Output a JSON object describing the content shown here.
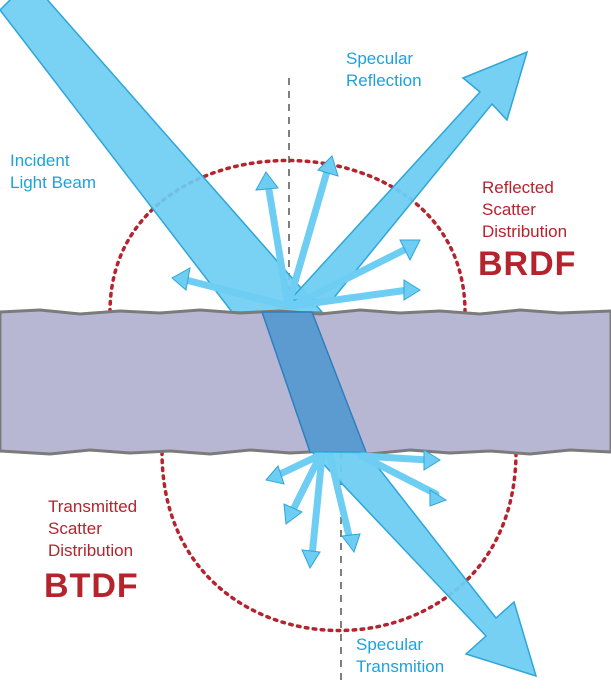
{
  "labels": {
    "specular_reflection": [
      "Specular",
      "Reflection"
    ],
    "incident": [
      "Incident",
      "Light Beam"
    ],
    "reflected_scatter": [
      "Reflected",
      "Scatter",
      "Distribution"
    ],
    "brdf": "BRDF",
    "transmitted_scatter": [
      "Transmitted",
      "Scatter",
      "Distribution"
    ],
    "btdf": "BTDF",
    "specular_transmission": [
      "Specular",
      "Transmition"
    ]
  },
  "colors": {
    "beam_fill": "#6ecdf3",
    "beam_stroke": "#2fa6d8",
    "beam_in_medium": "#5b9bd0",
    "medium_fill": "#b8b7d3",
    "medium_edge": "#7b7b7b",
    "scatter_outline": "#b5232d",
    "normal_line": "#555555",
    "label_blue": "#1aa3dd",
    "label_red": "#b5232d"
  }
}
